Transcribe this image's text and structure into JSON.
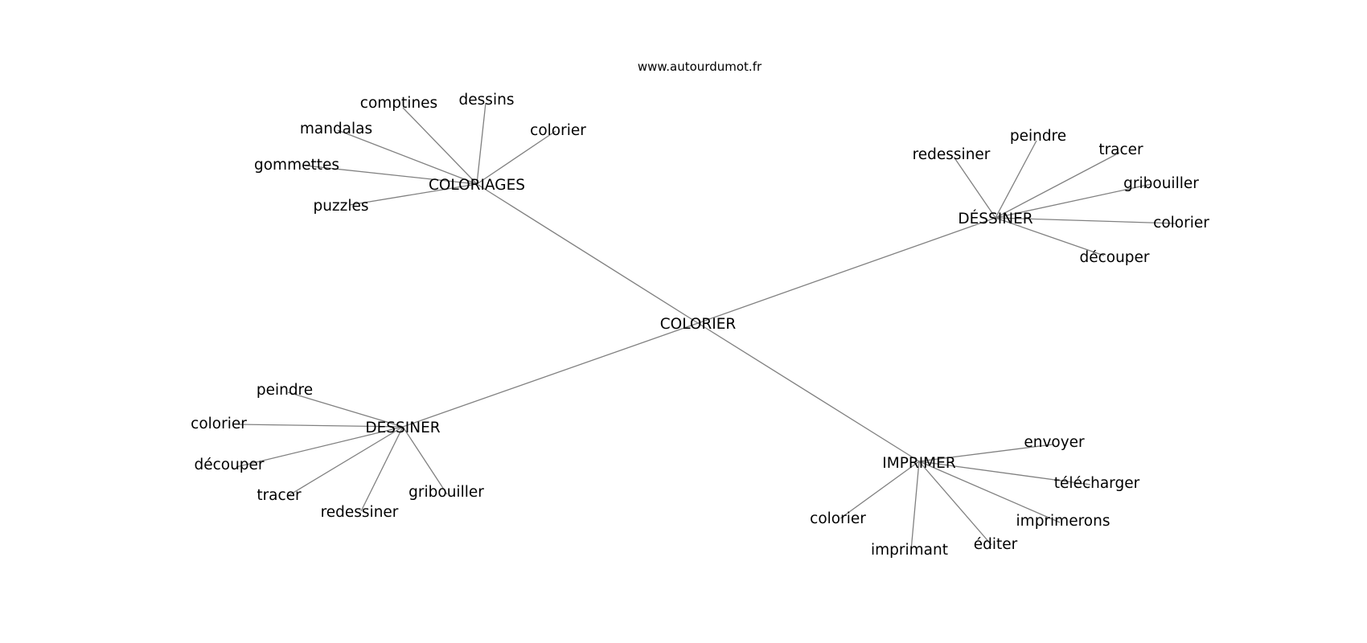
{
  "source": "www.autourdumot.fr",
  "graph": {
    "center": "COLORIER",
    "clusters": [
      {
        "hub": "COLORIAGES",
        "leaves": [
          "comptines",
          "dessins",
          "colorier",
          "mandalas",
          "gommettes",
          "puzzles"
        ]
      },
      {
        "hub": "DÉSSINER",
        "leaves": [
          "redessiner",
          "peindre",
          "tracer",
          "gribouiller",
          "colorier",
          "découper"
        ]
      },
      {
        "hub": "DESSINER",
        "leaves": [
          "peindre",
          "colorier",
          "découper",
          "tracer",
          "redessiner",
          "gribouiller"
        ]
      },
      {
        "hub": "IMPRIMER",
        "leaves": [
          "envoyer",
          "télécharger",
          "imprimerons",
          "éditer",
          "imprimant",
          "colorier"
        ]
      }
    ]
  },
  "colors": {
    "edge": "#808080",
    "text": "#000000",
    "background": "#ffffff"
  }
}
